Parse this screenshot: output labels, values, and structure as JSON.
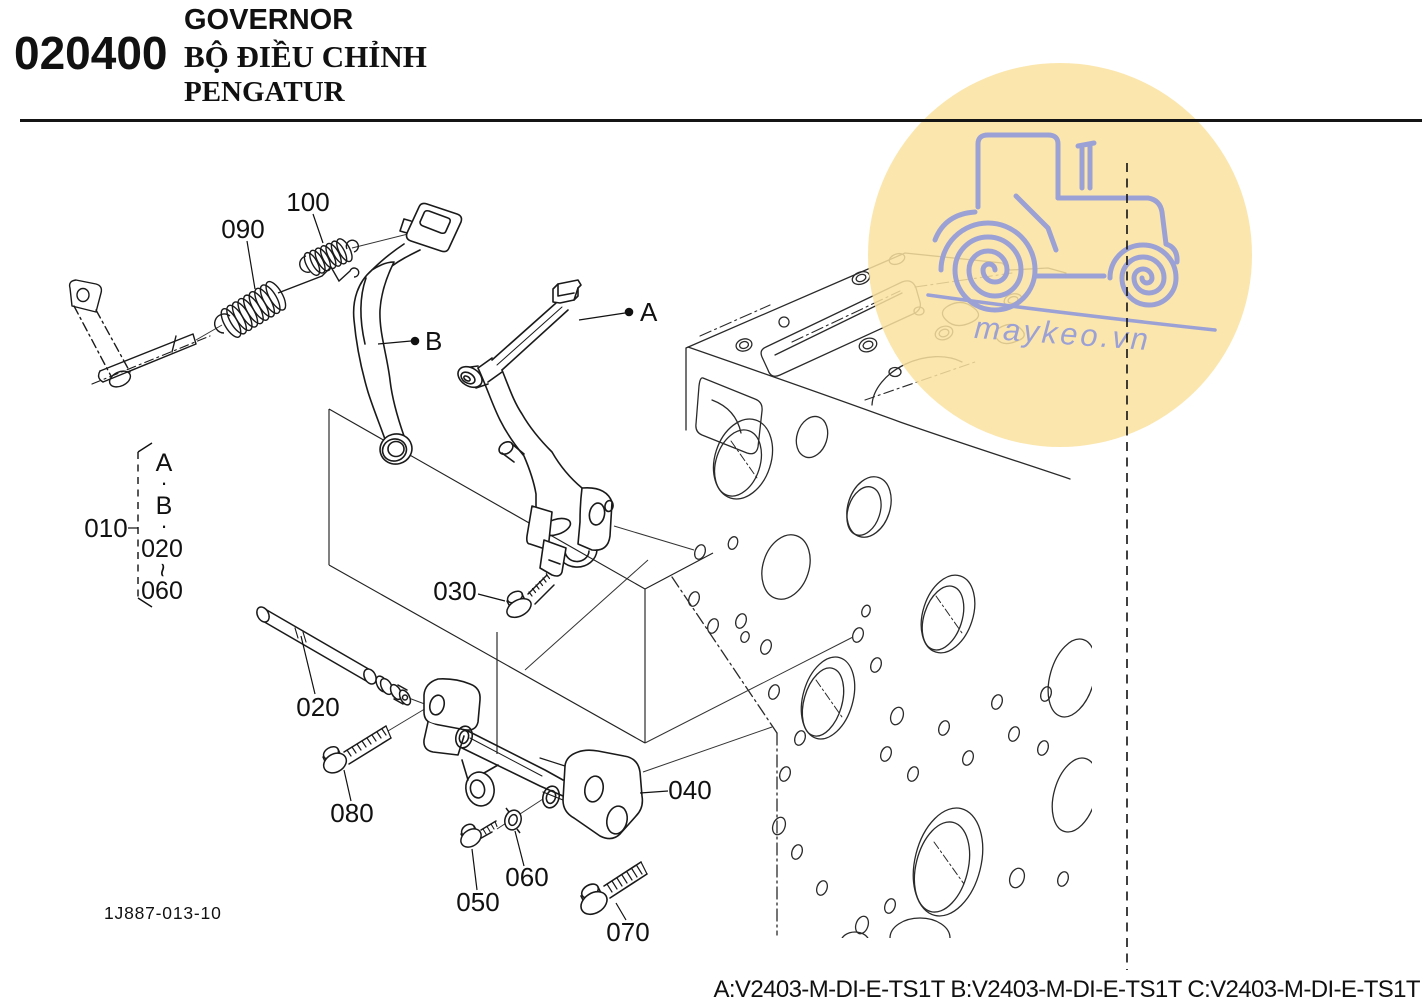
{
  "header": {
    "section_code": "020400",
    "title_en": "GOVERNOR",
    "title_vi": "BỘ ĐIỀU CHỈNH",
    "title_id": "PENGATUR"
  },
  "watermark": {
    "site": "maykeo.vn",
    "circle_color": "#FAE2A0",
    "line_color": "#9CA1D5"
  },
  "drawing_number": "1J887-013-10",
  "footer": {
    "models": "A:V2403-M-DI-E-TS1T B:V2403-M-DI-E-TS1T C:V2403-M-DI-E-TS1T"
  },
  "callouts": {
    "c010": "010",
    "c020": "020",
    "c030": "030",
    "c040": "040",
    "c050": "050",
    "c060": "060",
    "c070": "070",
    "c080": "080",
    "c090": "090",
    "c100": "100",
    "ref_a": "A",
    "ref_b": "B"
  },
  "group_010": {
    "items": [
      "A",
      "·",
      "B",
      "·",
      "020",
      "~",
      "060"
    ]
  }
}
